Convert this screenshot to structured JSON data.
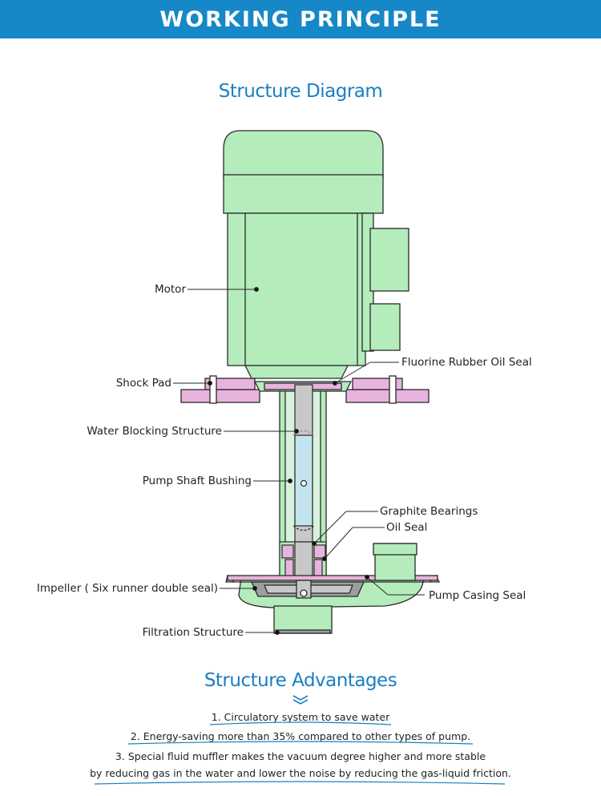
{
  "header": {
    "title": "WORKING PRINCIPLE"
  },
  "diagram": {
    "title": "Structure Diagram",
    "labels": {
      "motor": "Motor",
      "fluorine_seal": "Fluorine Rubber Oil Seal",
      "shock_pad": "Shock Pad",
      "water_blocking": "Water Blocking Structure",
      "shaft_bushing": "Pump Shaft Bushing",
      "graphite_bearings": "Graphite Bearings",
      "oil_seal": "Oil Seal",
      "impeller": "Impeller ( Six runner double seal)",
      "casing_seal": "Pump Casing Seal",
      "filtration": "Filtration Structure"
    }
  },
  "advantages": {
    "title": "Structure Advantages",
    "items": [
      "1. Circulatory system to save water",
      "2. Energy-saving more than 35% compared to other types of pump.",
      "3. Special fluid muffler makes the vacuum degree higher and more stable",
      "by reducing gas in the water and lower the noise by reducing the gas-liquid friction."
    ]
  },
  "colors": {
    "accent": "#1688c8",
    "motor_green": "#b4ecbc",
    "pad_pink": "#e8b3dd",
    "shaft_blue": "#c3e4ee",
    "shaft_gray": "#c8c8c8"
  }
}
